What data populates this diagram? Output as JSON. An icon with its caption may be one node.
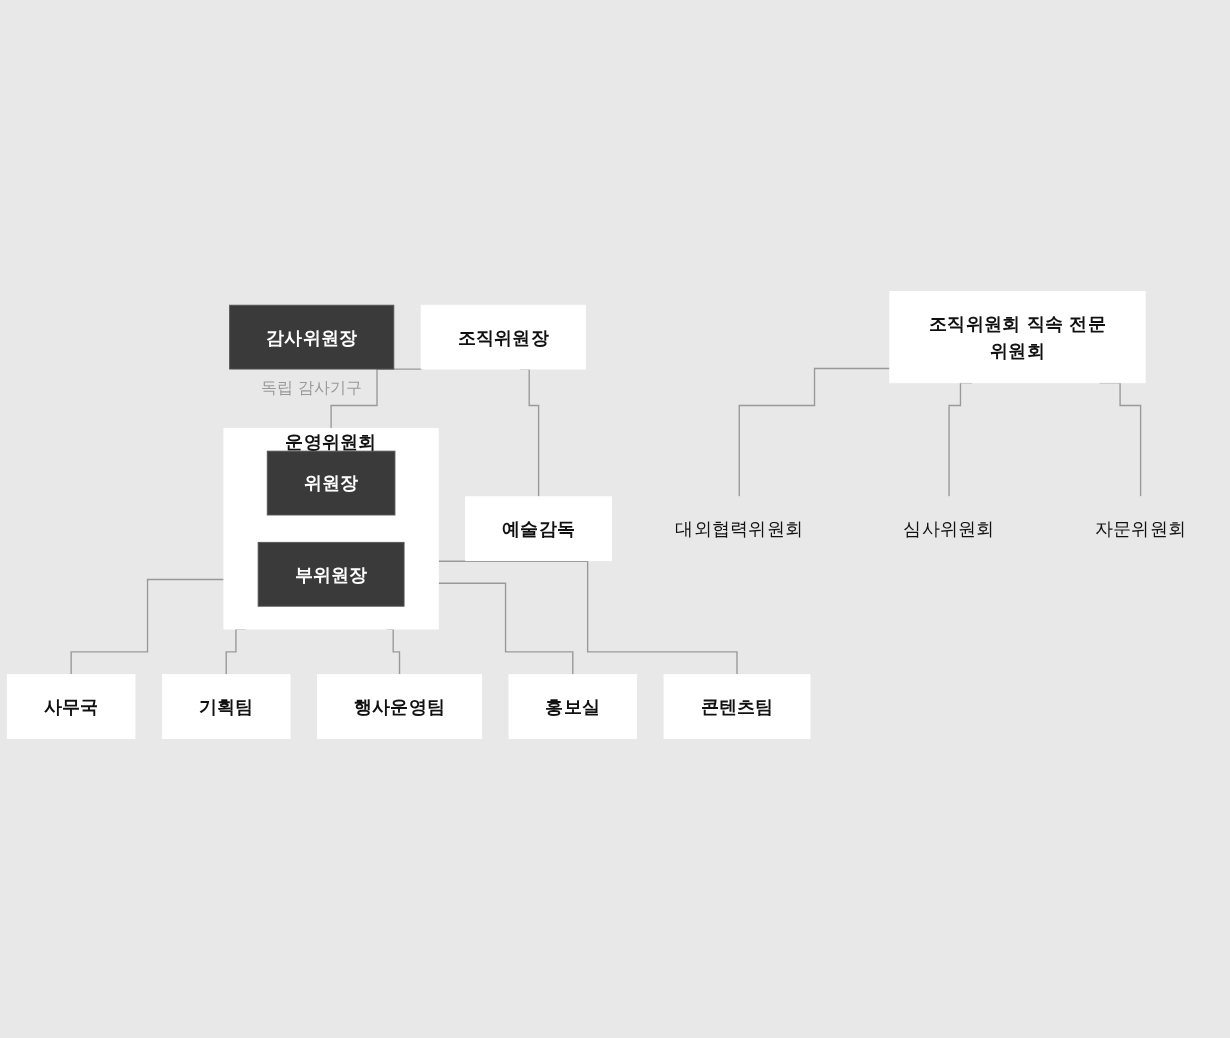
{
  "diagram": {
    "nodes": [
      {
        "text": [
          "감사위원장"
        ],
        "beside": [
          "독립 감사기구"
        ]
      },
      {
        "text": [
          "조직위원장"
        ]
      },
      {
        "text": [
          "예술감독"
        ]
      },
      {
        "text": [
          "운영위원회"
        ]
      },
      {
        "text": [
          "위원장"
        ],
        "in": 3
      },
      {
        "text": [
          "부위원장"
        ],
        "in": 3
      },
      {
        "text": [
          "사무국"
        ]
      },
      {
        "text": [
          "기획팀"
        ]
      },
      {
        "text": [
          "행사운영팀"
        ]
      },
      {
        "text": [
          "홍보실"
        ]
      },
      {
        "text": [
          "콘텐츠팀"
        ]
      },
      {
        "text": [
          "조직위원회 직속 전문위원회"
        ]
      },
      {
        "text": [
          "대외협력위원회"
        ]
      },
      {
        "text": [
          "심사위원회"
        ]
      },
      {
        "text": [
          "자문위원회"
        ]
      }
    ],
    "edges": [
      {
        "from": 1,
        "to": 3,
        "arrow": "none"
      },
      {
        "from": 1,
        "to": 2,
        "arrow": "none"
      },
      {
        "from": 3,
        "to": 6,
        "arrow": "none"
      },
      {
        "from": 3,
        "to": 7,
        "arrow": "none"
      },
      {
        "from": 3,
        "to": 8,
        "arrow": "none"
      },
      {
        "from": 3,
        "to": 9,
        "arrow": "none"
      },
      {
        "from": 3,
        "to": 10,
        "arrow": "none"
      },
      {
        "from": 11,
        "to": 12,
        "arrow": "none"
      },
      {
        "from": 11,
        "to": 13,
        "arrow": "none"
      },
      {
        "from": 11,
        "to": 14,
        "arrow": "none"
      }
    ]
  }
}
